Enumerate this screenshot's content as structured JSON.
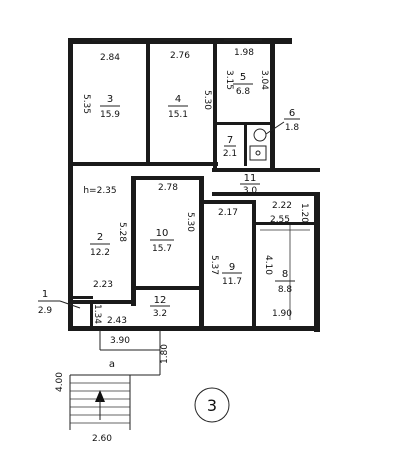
{
  "rooms": [
    {
      "num": "3",
      "area": "15.9"
    },
    {
      "num": "4",
      "area": "15.1"
    },
    {
      "num": "5",
      "area": "6.8"
    },
    {
      "num": "6",
      "area": "1.8"
    },
    {
      "num": "7",
      "area": "2.1"
    },
    {
      "num": "11",
      "area": "3.0"
    },
    {
      "num": "2",
      "area": "12.2"
    },
    {
      "num": "10",
      "area": "15.7"
    },
    {
      "num": "9",
      "area": "11.7"
    },
    {
      "num": "8",
      "area": "8.8"
    },
    {
      "num": "12",
      "area": "3.2"
    },
    {
      "num": "1",
      "area": "2.9"
    },
    {
      "num": "a",
      "area": ""
    }
  ],
  "dims": {
    "d284": "2.84",
    "d276": "2.76",
    "d198": "1.98",
    "d535": "5.35",
    "d530a": "5.30",
    "d315": "3.15",
    "d304": "3.04",
    "h235": "h=2.35",
    "d278": "2.78",
    "d528": "5.28",
    "d530b": "5.30",
    "d217": "2.17",
    "d222": "2.22",
    "d255": "2.55",
    "d120": "1.20",
    "d537": "5.37",
    "d410": "4.10",
    "d223": "2.23",
    "d134": "1.34",
    "d243": "2.43",
    "d390": "3.90",
    "d190": "1.90",
    "d180": "1.80",
    "d400": "4.00",
    "d260": "2.60"
  },
  "sheet_number": "3"
}
